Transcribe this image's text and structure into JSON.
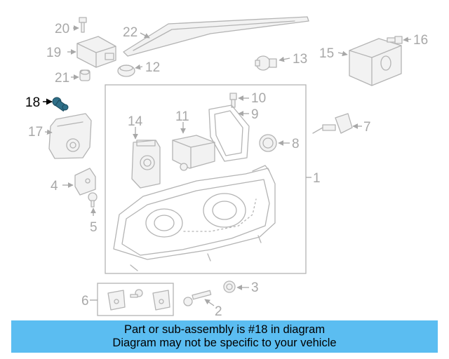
{
  "callouts": {
    "c1": "1",
    "c2": "2",
    "c3": "3",
    "c4": "4",
    "c5": "5",
    "c6": "6",
    "c7": "7",
    "c8": "8",
    "c9": "9",
    "c10": "10",
    "c11": "11",
    "c12": "12",
    "c13": "13",
    "c14": "14",
    "c15": "15",
    "c16": "16",
    "c17": "17",
    "c18": "18",
    "c19": "19",
    "c20": "20",
    "c21": "21",
    "c22": "22"
  },
  "highlighted_part": "18",
  "colors": {
    "banner": "#5bbdf1",
    "highlight": "#2f6f88",
    "label": "#a8a8a8"
  },
  "banner": {
    "line1": "Part or sub-assembly is #18 in diagram",
    "line2": "Diagram may not be specific to your vehicle"
  }
}
